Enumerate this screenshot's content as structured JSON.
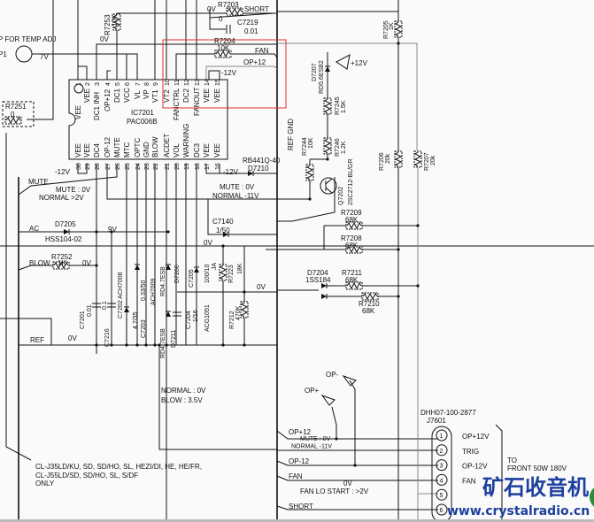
{
  "ic": {
    "name": "IC7201",
    "part": "PAC006B",
    "top_pins": [
      {
        "n": "1",
        "l": "VEE"
      },
      {
        "n": "2",
        "l": "VEE"
      },
      {
        "n": "3",
        "l": "DC1 INH"
      },
      {
        "n": "4",
        "l": "OP+12"
      },
      {
        "n": "5",
        "l": "DC1"
      },
      {
        "n": "6",
        "l": "VCC"
      },
      {
        "n": "7",
        "l": "VL"
      },
      {
        "n": "8",
        "l": "VP"
      },
      {
        "n": "9",
        "l": "VT1"
      },
      {
        "n": "10",
        "l": "VT2"
      },
      {
        "n": "11",
        "l": "FANCTRL"
      },
      {
        "n": "12",
        "l": "DC2"
      },
      {
        "n": "13",
        "l": "FANOUT"
      },
      {
        "n": "14",
        "l": "VEE"
      },
      {
        "n": "15",
        "l": "VEE"
      }
    ],
    "bottom_pins": [
      {
        "n": "30",
        "l": "VEE"
      },
      {
        "n": "29",
        "l": "VEE"
      },
      {
        "n": "28",
        "l": "DC4"
      },
      {
        "n": "27",
        "l": "OP-12"
      },
      {
        "n": "26",
        "l": "MUTE"
      },
      {
        "n": "25",
        "l": "MTC"
      },
      {
        "n": "24",
        "l": "OPTC"
      },
      {
        "n": "23",
        "l": "GND"
      },
      {
        "n": "22",
        "l": "BLOW"
      },
      {
        "n": "21",
        "l": "ACDET"
      },
      {
        "n": "20",
        "l": "VOL"
      },
      {
        "n": "19",
        "l": "WARNING"
      },
      {
        "n": "18",
        "l": "DC3"
      },
      {
        "n": "17",
        "l": "VEE"
      },
      {
        "n": "16",
        "l": "VEE"
      }
    ]
  },
  "labels": {
    "temp_adj": "P FOR TEMP ADJ",
    "tp1": "P1",
    "v7": "7V",
    "r7253": "R7253",
    "r7253_val": "10K",
    "zero_v_a": "0V",
    "zero_v_top": "0V",
    "r7203": "R7203",
    "r7203_val": "0",
    "short_top": "SHORT",
    "c7219": "C7219",
    "c7219_val": "0.01",
    "r7204": "R7204",
    "r7204_val": "10K",
    "fan_top": "FAN",
    "op12_top": "OP+12",
    "m12v_top": "-12V",
    "r7251": "R7251",
    "r7251_val": "0",
    "m12v_bl": "-12V",
    "m12v_br": "-12V",
    "rb441": "RB441Q-40",
    "d7210": "D7210",
    "mute": "MUTE",
    "mute_0v_l": "MUTE : 0V",
    "normal_2v": "NORMAL  >2V",
    "mute_0v_r": "MUTE : 0V",
    "normal_11v": "NORMAL  -11V",
    "ac": "AC",
    "d7205": "D7205",
    "hss": "HSS104-02",
    "v9": "9V",
    "c7140": "C7140",
    "c7140_val": "1/50",
    "zero_v_b": "0V",
    "r7252": "R7252",
    "blow": "BLOW",
    "r7252_val": "1K",
    "zero_v_c": "0V",
    "zero_v_d": "0V",
    "ref": "REF",
    "zero_v_e": "0V",
    "c7201": "C7201",
    "c7201_val": "0.01",
    "c7216": "C7216",
    "c7216_val": "0.1",
    "c7202": "C7202 ACH7008",
    "c7202_val": "4.7/35",
    "c7203": "C7203",
    "c7203_val": "0.33/50",
    "ach7009": "ACH7009",
    "rd47esb_a": "RD4.7ESB",
    "d7206": "D7206",
    "rd47esb_b": "RD4.7ESB",
    "d7211": "D7211",
    "c7204": "C7204",
    "c7204_val": "1/16",
    "c7205": "C7205",
    "c7205_val": "100/10",
    "ja": "JA",
    "acg": "ACG1051",
    "r7223": "R7223",
    "r7223_val": "18K",
    "r7212": "R7212",
    "r7212_val": "470K",
    "ref_gnd": "REF GND",
    "r7205": "R7205",
    "r7205_val": "1K",
    "d7207": "D7207",
    "rd56": "RD5.6ESB2",
    "plus12v": "+12V",
    "r7245": "R7245",
    "r7245_val": "1.5K",
    "r7246": "R7246",
    "r7246_val": "1.2K",
    "r7244": "R7244",
    "r7244_val": "10K",
    "q7202": "Q7202",
    "q_part": "2SC2712-BL/GR",
    "r7206": "R7206",
    "r7206_val": "20k",
    "r7207": "R7207",
    "r7207_val": "20k",
    "r7209": "R7209",
    "r7209_val": "68K",
    "r7208": "R7208",
    "r7208_val": "68K",
    "d7204": "D7204",
    "d7204_part": "1SS184",
    "r7211": "R7211",
    "r7211_val": "68K",
    "r7210": "R7210",
    "r7210_val": "68K",
    "normal_0v": "NORMAL : 0V",
    "blow_35": "BLOW : 3.5V",
    "note1": "CL-J35LD/KU, SD, SD/HO, SL, HEZI/DI, HE, HE/FR,",
    "note2": "CL-J55LD/SD, SD/HO, SL, S/DF",
    "note3": "ONLY",
    "op_minus": "OP-",
    "op_plus": "OP+",
    "w_op12": "OP+12",
    "w_mute": "MUTE : 0V",
    "w_normal": "NORMAL -11V",
    "w_opm12": "OP-12",
    "w_fan": "FAN",
    "w_0v": "0V",
    "w_fanlo": "FAN LO START : >2V",
    "w_short": "SHORT"
  },
  "connector": {
    "part": "DHH07-100-2877",
    "ref": "J7601",
    "pins": [
      {
        "n": "1",
        "l": "OP+12V"
      },
      {
        "n": "2",
        "l": "TRIG"
      },
      {
        "n": "3",
        "l": "OP-12V"
      },
      {
        "n": "4",
        "l": "FAN"
      },
      {
        "n": "5",
        "l": ""
      },
      {
        "n": "6",
        "l": ""
      }
    ],
    "to": "TO",
    "to_dest": "FRONT  50W  180V"
  },
  "watermark": {
    "title": "矿石收音机",
    "url": "www.crystalradio.cn"
  },
  "colors": {
    "highlight": "#e03030",
    "watermark": "#1d3f9e",
    "watermark_badge": "#2e8b3a"
  }
}
